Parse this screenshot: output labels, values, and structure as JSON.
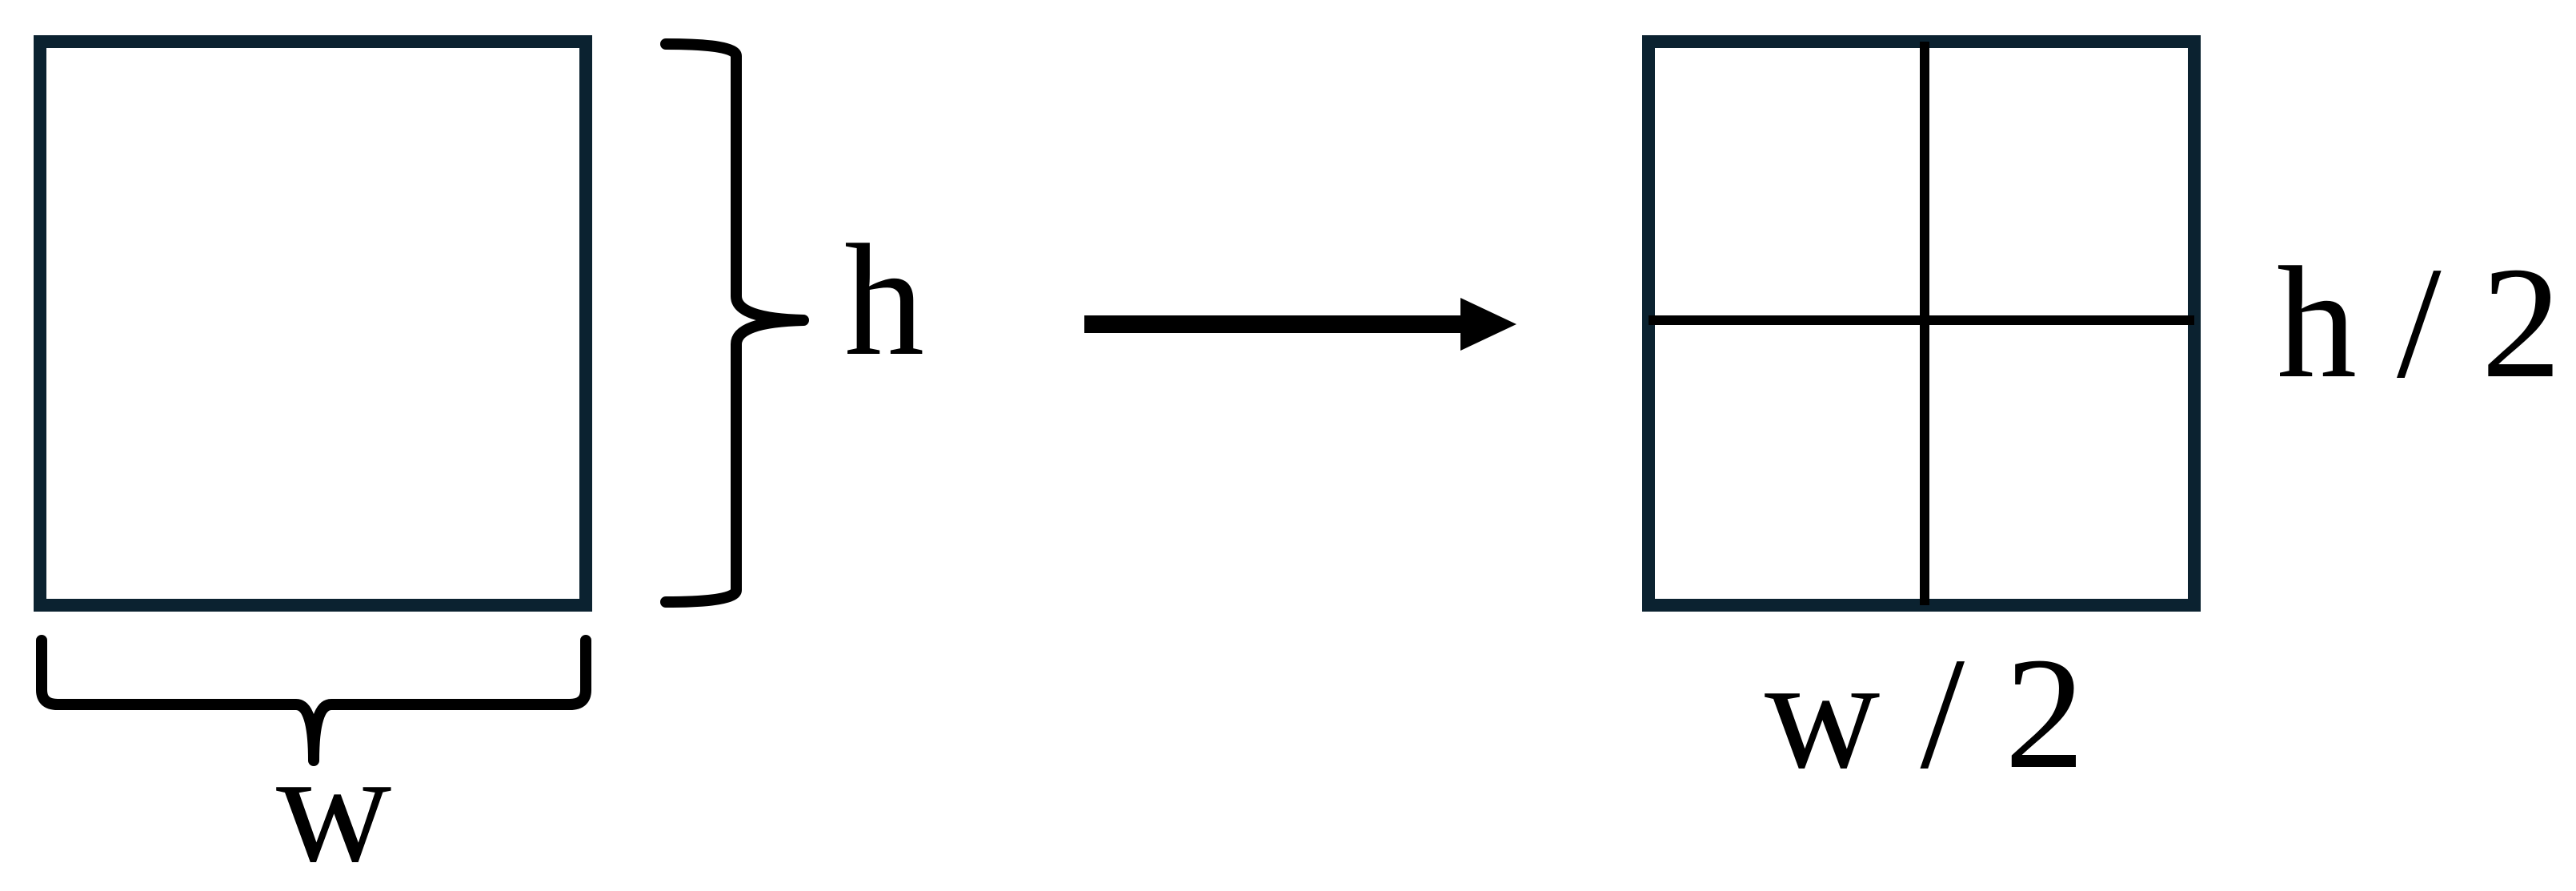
{
  "labels": {
    "height": "h",
    "width": "w",
    "half_height": "h / 2",
    "half_width": "w / 2"
  },
  "colors": {
    "box_stroke": "#0b2230",
    "line": "#000000",
    "background": "#ffffff"
  }
}
